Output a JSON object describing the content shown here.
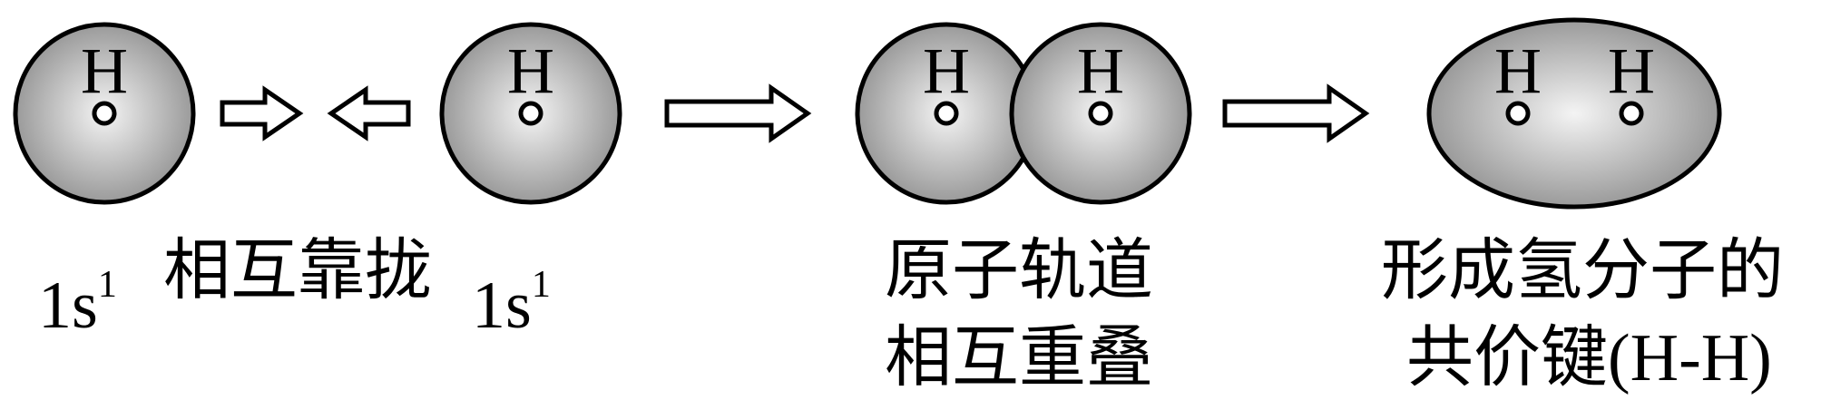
{
  "diagram": {
    "atom_symbol": "H",
    "orbital_left": {
      "base": "1s",
      "sup": "1"
    },
    "orbital_right": {
      "base": "1s",
      "sup": "1"
    },
    "label_approach": "相互靠拢",
    "label_overlap_line1": "原子轨道",
    "label_overlap_line2": "相互重叠",
    "label_bond_line1": "形成氢分子的",
    "label_bond_line2": "共价键(H-H)"
  },
  "colors": {
    "sphere_center": "#f4f4f4",
    "sphere_edge": "#9a9a9a",
    "outline": "#000000"
  }
}
